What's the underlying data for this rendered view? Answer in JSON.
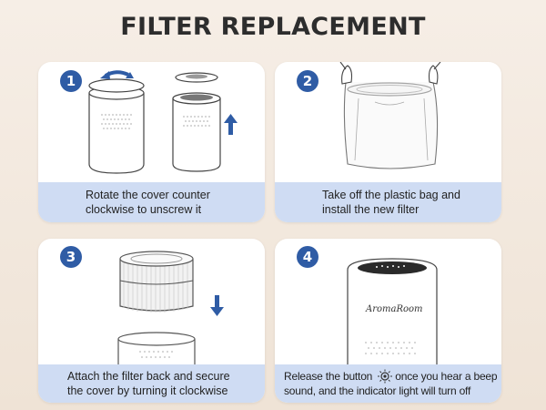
{
  "title": "FILTER REPLACEMENT",
  "steps": [
    {
      "number": "1",
      "caption_line1": "Rotate the cover counter",
      "caption_line2": "clockwise to unscrew it",
      "icons": [
        "rotate-arrow-icon",
        "up-arrow-icon"
      ]
    },
    {
      "number": "2",
      "caption_line1": "Take off the plastic bag and",
      "caption_line2": "install the new filter",
      "icons": []
    },
    {
      "number": "3",
      "caption_line1": "Attach the filter back and secure",
      "caption_line2": "the cover by turning it clockwise",
      "icons": [
        "down-arrow-icon"
      ]
    },
    {
      "number": "4",
      "caption_line1_a": "Release the button",
      "caption_line1_b": "once you hear a beep",
      "caption_line2": "sound, and the indicator light will turn off",
      "brand_label": "AromaRoom",
      "icons": [
        "light-button-icon"
      ]
    }
  ],
  "colors": {
    "accent": "#2f5ca5",
    "caption_bg": "#cfdcf3",
    "background": "#f3e9df"
  }
}
